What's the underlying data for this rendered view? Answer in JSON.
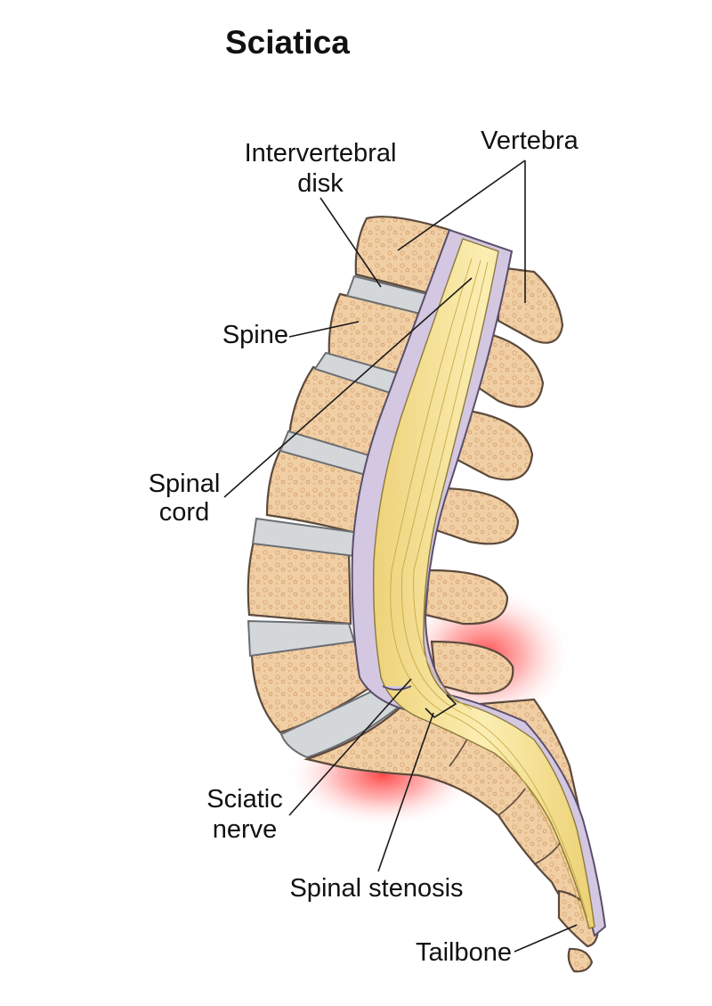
{
  "title": "Sciatica",
  "labels": {
    "intervertebral_disk_line1": "Intervertebral",
    "intervertebral_disk_line2": "disk",
    "vertebra": "Vertebra",
    "spine": "Spine",
    "spinal_cord_line1": "Spinal",
    "spinal_cord_line2": "cord",
    "sciatic_nerve_line1": "Sciatic",
    "sciatic_nerve_line2": "nerve",
    "spinal_stenosis": "Spinal stenosis",
    "tailbone": "Tailbone"
  },
  "colors": {
    "bone": "#efcfa6",
    "bone_outline": "#5b4a3c",
    "disk": "#cfd3d6",
    "cord": "#f3df8c",
    "dura": "#cfc2dd",
    "inflammation": "#ff3b3b"
  }
}
